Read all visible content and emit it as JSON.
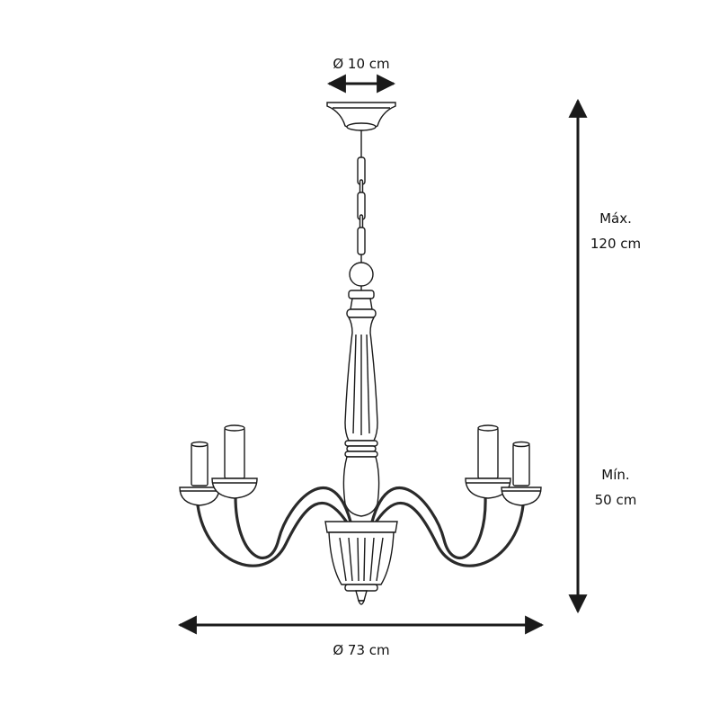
{
  "dimensions": {
    "canopy_diameter": "Ø 10 cm",
    "height_max_label": "Máx.",
    "height_max_value": "120 cm",
    "height_min_label": "Mín.",
    "height_min_value": "50 cm",
    "overall_diameter": "Ø 73 cm"
  },
  "colors": {
    "line": "#1a1a1a",
    "arm": "#2a2a2a",
    "background": "#ffffff"
  }
}
